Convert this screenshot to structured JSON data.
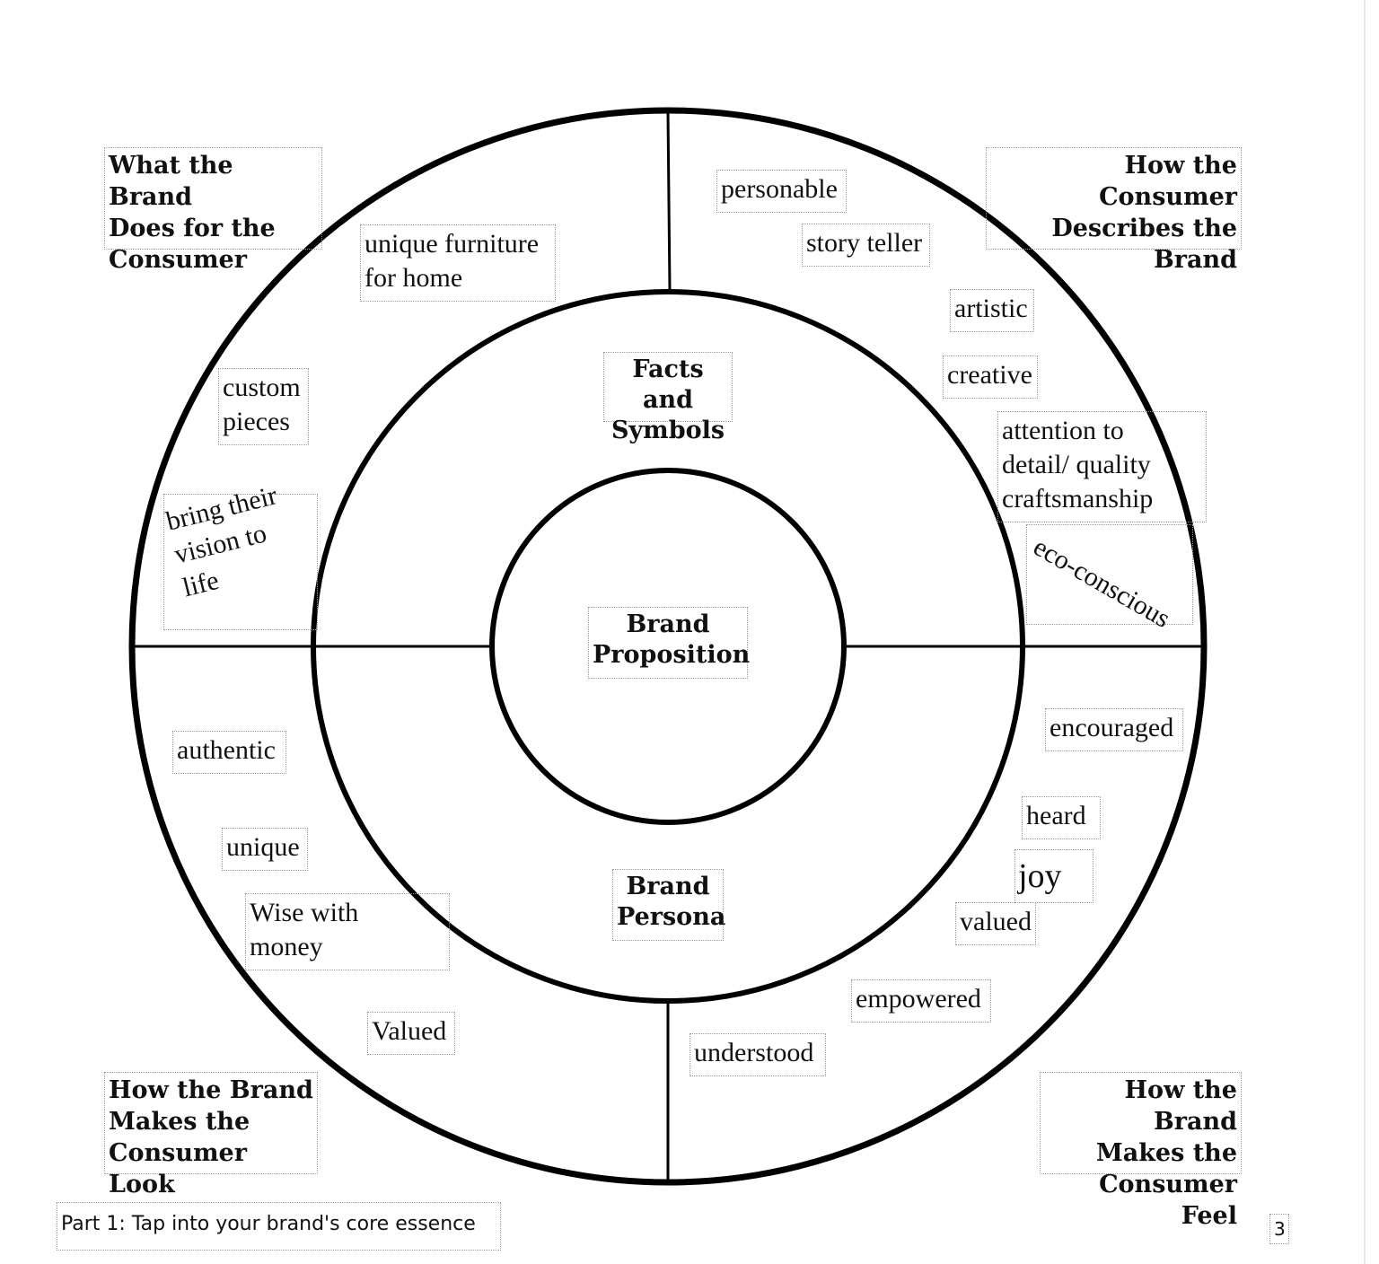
{
  "quadrants": {
    "top_left": "What the Brand\nDoes for the\nConsumer",
    "top_right": "How the Consumer\nDescribes the\nBrand",
    "bottom_left": "How the Brand\nMakes the\nConsumer Look",
    "bottom_right": "How the Brand\nMakes the\nConsumer Feel"
  },
  "rings": {
    "facts": "Facts and\nSymbols",
    "proposition": "Brand\nProposition",
    "persona": "Brand\nPersona"
  },
  "does_for": [
    "unique furniture\nfor home",
    "custom\npieces",
    "bring their\nvision to\nlife"
  ],
  "describes": [
    "personable",
    "story teller",
    "artistic",
    "creative",
    "attention to\ndetail/ quality\ncraftsmanship",
    "eco-conscious"
  ],
  "look": [
    "authentic",
    "unique",
    "Wise with\nmoney",
    "Valued"
  ],
  "feel": [
    "encouraged",
    "heard",
    "joy",
    "valued",
    "empowered",
    "understood"
  ],
  "footer": "Part 1: Tap into your brand's core essence",
  "page_number": "3"
}
